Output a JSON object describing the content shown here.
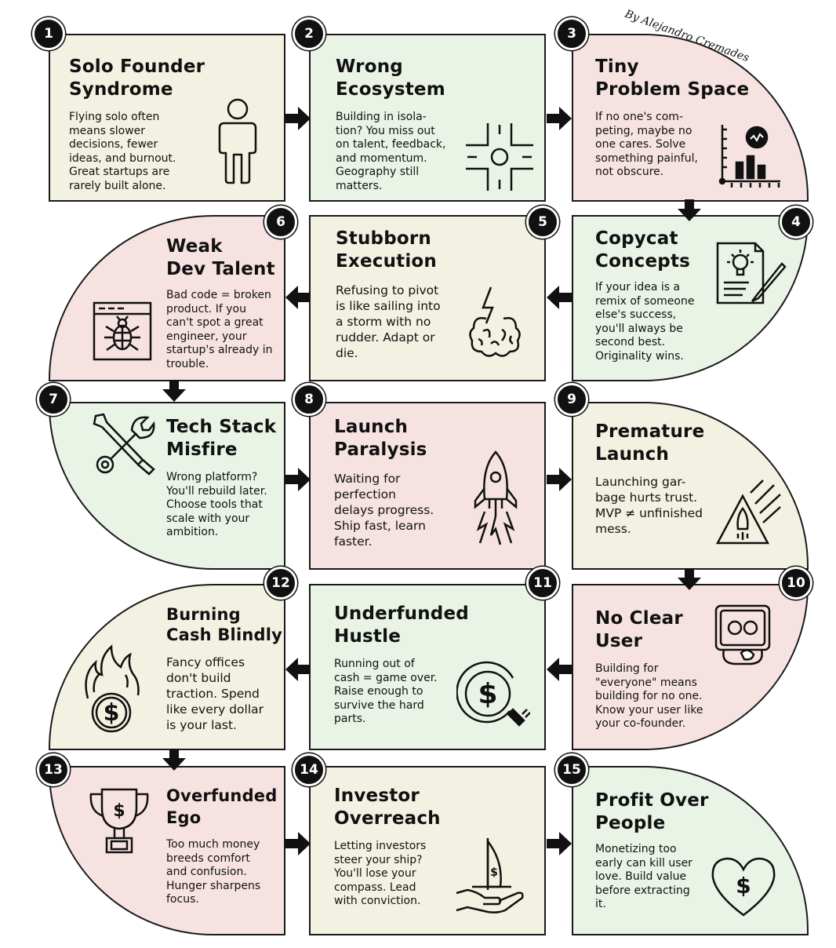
{
  "credit": "By Alejandro Cremades",
  "cards": [
    {
      "number": "1",
      "title": "Solo Founder\nSyndrome",
      "body": "Flying solo often\nmeans slower\ndecisions, fewer\nideas, and burnout.\nGreat startups are\nrarely built alone.",
      "color": "#f3f1e1",
      "icon": "person-icon"
    },
    {
      "number": "2",
      "title": "Wrong\nEcosystem",
      "body": "Building in isola-\ntion? You miss out\non talent, feedback,\nand momentum.\nGeography still\nmatters.",
      "color": "#e9f3e6",
      "icon": "crossroads-icon"
    },
    {
      "number": "3",
      "title": "Tiny\nProblem Space",
      "body": "If no one's com-\npeting, maybe no\none cares. Solve\nsomething painful,\nnot obscure.",
      "color": "#f6e3e1",
      "icon": "chart-icon"
    },
    {
      "number": "4",
      "title": "Copycat\nConcepts",
      "body": "If your idea is a\nremix of someone\nelse's success,\nyou'll always be\nsecond best.\nOriginality wins.",
      "color": "#e9f3e6",
      "icon": "document-pen-icon"
    },
    {
      "number": "5",
      "title": "Stubborn\nExecution",
      "body": "Refusing to pivot\nis like sailing into\na storm with no\nrudder. Adapt or\ndie.",
      "color": "#f3f1e1",
      "icon": "brain-lightning-icon"
    },
    {
      "number": "6",
      "title": "Weak\nDev Talent",
      "body": "Bad code = broken\nproduct. If you\ncan't spot a great\nengineer, your\nstartup's already in\ntrouble.",
      "color": "#f6e3e1",
      "icon": "bug-window-icon"
    },
    {
      "number": "7",
      "title": "Tech Stack\nMisfire",
      "body": "Wrong platform?\nYou'll rebuild later.\nChoose tools that\nscale with your\nambition.",
      "color": "#e9f3e6",
      "icon": "tools-icon"
    },
    {
      "number": "8",
      "title": "Launch\nParalysis",
      "body": "Waiting for\nperfection\ndelays progress.\nShip fast, learn\nfaster.",
      "color": "#f6e3e1",
      "icon": "rocket-icon"
    },
    {
      "number": "9",
      "title": "Premature\nLaunch",
      "body": "Launching gar-\nbage hurts trust.\nMVP ≠ unfinished\nmess.",
      "color": "#f3f1e1",
      "icon": "warning-rocket-icon"
    },
    {
      "number": "10",
      "title": "No Clear\nUser",
      "body": "Building for\n\"everyone\" means\nbuilding for no one.\nKnow your user like\nyour co-founder.",
      "color": "#f6e3e1",
      "icon": "user-frame-icon"
    },
    {
      "number": "11",
      "title": "Underfunded\nHustle",
      "body": "Running out of\ncash = game over.\nRaise enough to\nsurvive the hard\nparts.",
      "color": "#e9f3e6",
      "icon": "dollar-plug-icon"
    },
    {
      "number": "12",
      "title": "Burning\nCash Blindly",
      "body": "Fancy offices\ndon't build\ntraction. Spend\nlike every dollar\nis your last.",
      "color": "#f3f1e1",
      "icon": "dollar-fire-icon"
    },
    {
      "number": "13",
      "title": "Overfunded\nEgo",
      "body": "Too much money\nbreeds comfort\nand confusion.\nHunger sharpens\nfocus.",
      "color": "#f6e3e1",
      "icon": "trophy-icon"
    },
    {
      "number": "14",
      "title": "Investor\nOverreach",
      "body": "Letting investors\nsteer your ship?\nYou'll lose your\ncompass. Lead\nwith conviction.",
      "color": "#f3f1e1",
      "icon": "hand-sail-icon"
    },
    {
      "number": "15",
      "title": "Profit Over\nPeople",
      "body": "Monetizing too\nearly can kill user\nlove. Build value\nbefore extracting\nit.",
      "color": "#e9f3e6",
      "icon": "heart-dollar-icon"
    }
  ]
}
